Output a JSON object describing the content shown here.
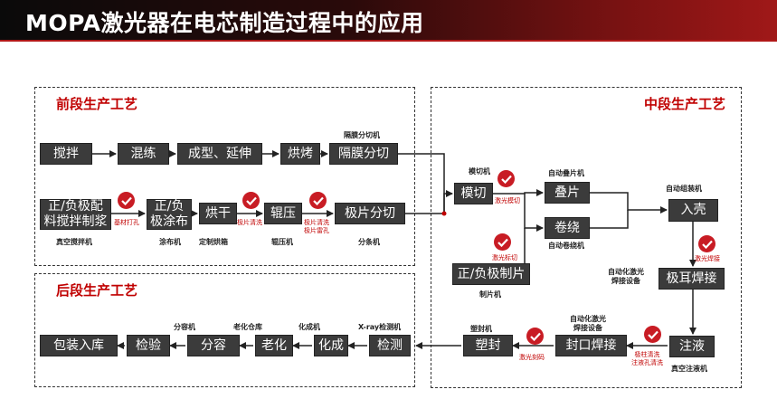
{
  "title": "MOPA激光器在电芯制造过程中的应用",
  "regions": {
    "front": "前段生产工艺",
    "middle": "中段生产工艺",
    "back": "后段生产工艺"
  },
  "boxes": {
    "mix": "搅拌",
    "knead": "混练",
    "form": "成型、延伸",
    "bake": "烘烤",
    "sep_cut": "隔膜分切",
    "slurry": "正/负极配\n料搅拌制浆",
    "coat": "正/负\n极涂布",
    "dry": "烘干",
    "roll": "辊压",
    "pole_cut": "极片分切",
    "die_cut": "模切",
    "stack": "叠片",
    "wind": "卷绕",
    "make_sheet": "正/负极制片",
    "shell": "入壳",
    "tab_weld": "极耳焊接",
    "inject": "注液",
    "seal_weld": "封口焊接",
    "plastic": "塑封",
    "inspect": "检测",
    "form_c": "化成",
    "aging": "老化",
    "grading": "分容",
    "check_q": "检验",
    "pack": "包装入库"
  },
  "labels": {
    "sep_cutter": "隔膜分切机",
    "vac_mixer": "真空搅拌机",
    "coater": "涂布机",
    "oven": "定制烘箱",
    "roller": "辊压机",
    "slitter": "分条机",
    "die_cutter": "模切机",
    "stacker": "自动叠片机",
    "winder": "自动卷绕机",
    "sheet_maker": "制片机",
    "assembler": "自动组装机",
    "tab_welder": "自动化激光\n焊接设备",
    "injector": "真空注液机",
    "seal_welder": "自动化激光\n焊接设备",
    "sealer": "塑封机",
    "xray": "X-ray检测机",
    "former": "化成机",
    "aging_rack": "老化仓库",
    "grader": "分容机"
  },
  "notes": {
    "clean_a": "基材打孔",
    "clean_b": "极片清洗",
    "clean_c": "极片清洗\n极片雷孔",
    "laser_die": "激光模切",
    "laser_mark": "激光标切",
    "laser_weld": "激光焊接",
    "pole_clean": "极柱清洗\n注液孔清洗",
    "laser_code": "激光刻码"
  }
}
